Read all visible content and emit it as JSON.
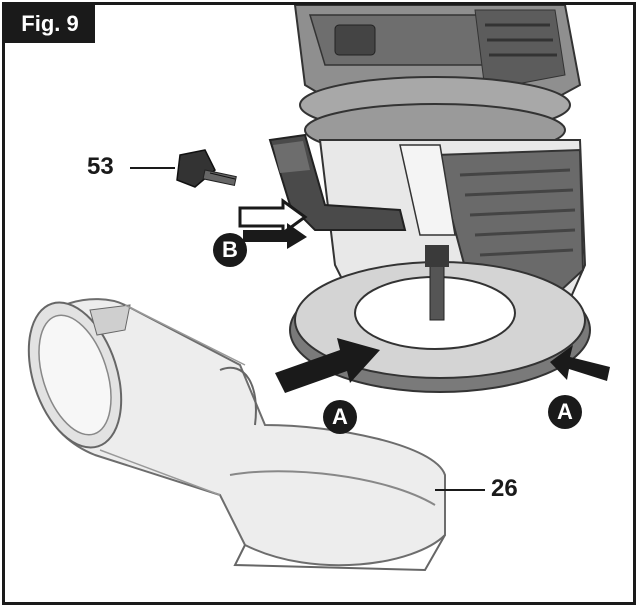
{
  "figure": {
    "label": "Fig. 9"
  },
  "callouts": {
    "c53": "53",
    "c26": "26"
  },
  "markers": {
    "a_left": "A",
    "a_right": "A",
    "b": "B"
  },
  "colors": {
    "ink": "#1a1a1a",
    "light_grey": "#d9d9d9",
    "mid_grey": "#9a9a9a",
    "dark_grey": "#5a5a5a"
  }
}
